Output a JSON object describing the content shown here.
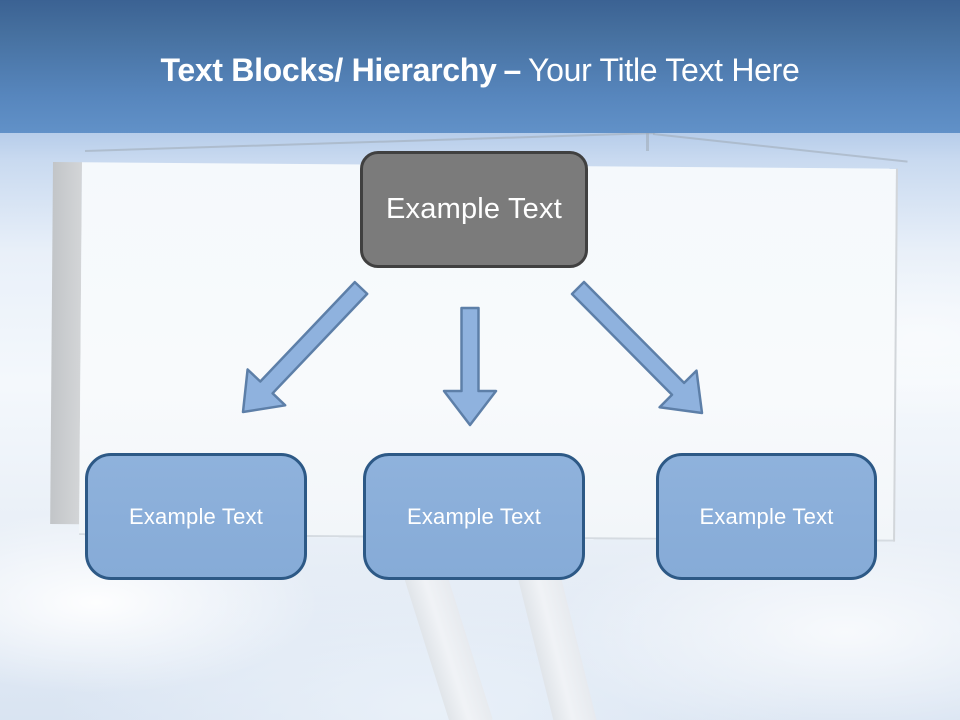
{
  "slide": {
    "header": {
      "title_bold": "Text Blocks/ Hierarchy",
      "title_separator": "–",
      "title_regular": "Your Title Text Here"
    },
    "diagram": {
      "root": {
        "label": "Example Text"
      },
      "children": [
        {
          "label": "Example Text"
        },
        {
          "label": "Example Text"
        },
        {
          "label": "Example Text"
        }
      ]
    },
    "colors": {
      "header_top": "#3b6293",
      "header_bottom": "#6191c8",
      "title_text": "#ffffff",
      "root_fill": "#7b7b7b",
      "root_border": "#404040",
      "child_fill": "#8aaed9",
      "child_border": "#2d5986",
      "arrow_fill": "#8fb2de",
      "arrow_border": "#5d7fa8",
      "sky_band": "#b7cdea",
      "billboard_face": "#f7fafc"
    }
  }
}
